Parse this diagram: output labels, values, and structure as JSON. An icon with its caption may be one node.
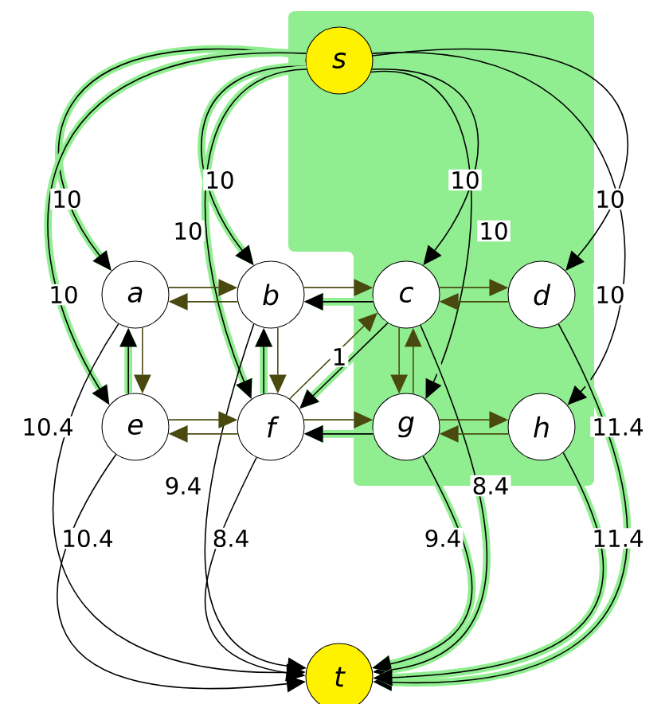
{
  "diagram": {
    "nodes": [
      {
        "text": [
          "s"
        ]
      },
      {
        "text": [
          "a"
        ]
      },
      {
        "text": [
          "b"
        ]
      },
      {
        "text": [
          "c"
        ]
      },
      {
        "text": [
          "d"
        ]
      },
      {
        "text": [
          "e"
        ]
      },
      {
        "text": [
          "f"
        ]
      },
      {
        "text": [
          "g"
        ]
      },
      {
        "text": [
          "h"
        ]
      },
      {
        "text": [
          "t"
        ]
      }
    ],
    "edges": [
      {
        "from": 0,
        "to": 1,
        "arrow": "to",
        "label": "10",
        "style": "thick",
        "color": "#90ee90"
      },
      {
        "from": 0,
        "to": 5,
        "arrow": "to",
        "label": "10",
        "style": "thick",
        "color": "#90ee90"
      },
      {
        "from": 0,
        "to": 2,
        "arrow": "to",
        "label": "10",
        "style": "thick",
        "color": "#90ee90"
      },
      {
        "from": 0,
        "to": 6,
        "arrow": "to",
        "label": "10",
        "style": "thick",
        "color": "#90ee90"
      },
      {
        "from": 0,
        "to": 3,
        "arrow": "to",
        "label": "10",
        "color": "#000000"
      },
      {
        "from": 0,
        "to": 7,
        "arrow": "to",
        "label": "10",
        "color": "#000000"
      },
      {
        "from": 0,
        "to": 4,
        "arrow": "to",
        "label": "10",
        "color": "#000000"
      },
      {
        "from": 0,
        "to": 8,
        "arrow": "to",
        "label": "10",
        "color": "#000000"
      },
      {
        "from": 1,
        "to": 9,
        "arrow": "to",
        "label": "10.4",
        "color": "#000000"
      },
      {
        "from": 5,
        "to": 9,
        "arrow": "to",
        "label": "10.4",
        "color": "#000000"
      },
      {
        "from": 2,
        "to": 9,
        "arrow": "to",
        "label": "9.4",
        "color": "#000000"
      },
      {
        "from": 6,
        "to": 9,
        "arrow": "to",
        "label": "8.4",
        "color": "#000000"
      },
      {
        "from": 3,
        "to": 9,
        "arrow": "to",
        "label": "8.4",
        "style": "thick",
        "color": "#90ee90"
      },
      {
        "from": 7,
        "to": 9,
        "arrow": "to",
        "label": "9.4",
        "style": "thick",
        "color": "#90ee90"
      },
      {
        "from": 4,
        "to": 9,
        "arrow": "to",
        "label": "11.4",
        "style": "thick",
        "color": "#90ee90"
      },
      {
        "from": 8,
        "to": 9,
        "arrow": "to",
        "label": "11.4",
        "style": "thick",
        "color": "#90ee90"
      },
      {
        "from": 1,
        "to": 2,
        "arrow": "to"
      },
      {
        "from": 2,
        "to": 1,
        "arrow": "to"
      },
      {
        "from": 2,
        "to": 3,
        "arrow": "to"
      },
      {
        "from": 3,
        "to": 2,
        "arrow": "to",
        "style": "thick",
        "color": "#90ee90"
      },
      {
        "from": 3,
        "to": 4,
        "arrow": "to"
      },
      {
        "from": 4,
        "to": 3,
        "arrow": "to"
      },
      {
        "from": 5,
        "to": 6,
        "arrow": "to"
      },
      {
        "from": 6,
        "to": 5,
        "arrow": "to"
      },
      {
        "from": 6,
        "to": 7,
        "arrow": "to"
      },
      {
        "from": 7,
        "to": 6,
        "arrow": "to",
        "style": "thick",
        "color": "#90ee90"
      },
      {
        "from": 7,
        "to": 8,
        "arrow": "to"
      },
      {
        "from": 8,
        "to": 7,
        "arrow": "to"
      },
      {
        "from": 1,
        "to": 5,
        "arrow": "to"
      },
      {
        "from": 5,
        "to": 1,
        "arrow": "to",
        "style": "thick",
        "color": "#90ee90"
      },
      {
        "from": 2,
        "to": 6,
        "arrow": "to"
      },
      {
        "from": 6,
        "to": 2,
        "arrow": "to",
        "style": "thick",
        "color": "#90ee90"
      },
      {
        "from": 3,
        "to": 7,
        "arrow": "to"
      },
      {
        "from": 7,
        "to": 3,
        "arrow": "to"
      },
      {
        "from": 6,
        "to": 3,
        "arrow": "to",
        "label": "1"
      },
      {
        "from": 3,
        "to": 6,
        "arrow": "to",
        "style": "thick",
        "color": "#90ee90"
      }
    ]
  }
}
